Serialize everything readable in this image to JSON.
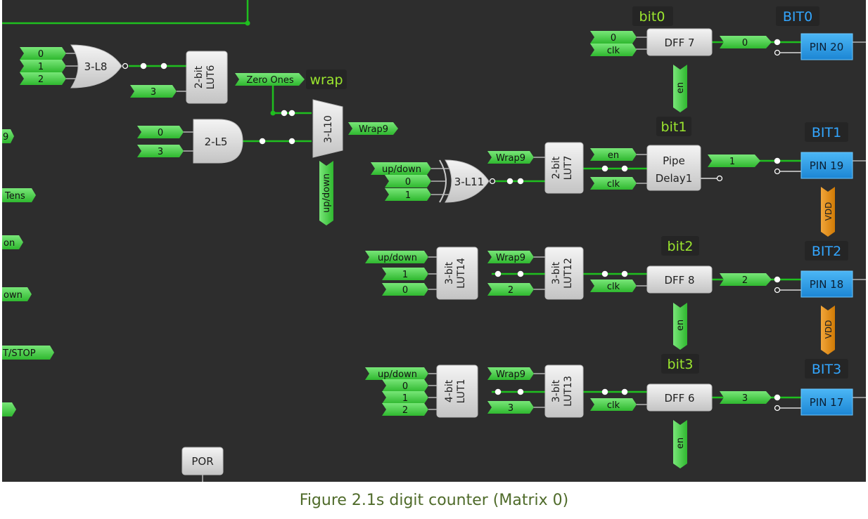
{
  "caption": "Figure 2.1s digit counter (Matrix 0)",
  "colors": {
    "canvas": "#2d2d2d",
    "wire": "#1fbf1f",
    "pin_green": "#4ccd4c",
    "block_gray": "#d8d8d8",
    "pin_blue": "#2a9be6",
    "vdd_orange": "#e68a0f",
    "label_blue": "#33a6ff",
    "label_green": "#9be62f"
  },
  "blocks": {
    "lut_3l8": "3-L8",
    "lut6": [
      "2-bit",
      "LUT6"
    ],
    "lut_2l5": "2-L5",
    "mux_3l10": "3-L10",
    "lut_3l11": "3-L11",
    "lut7": [
      "2-bit",
      "LUT7"
    ],
    "lut14": [
      "3-bit",
      "LUT14"
    ],
    "lut12": [
      "3-bit",
      "LUT12"
    ],
    "lut1": [
      "4-bit",
      "LUT1"
    ],
    "lut13": [
      "3-bit",
      "LUT13"
    ],
    "dff7": "DFF 7",
    "pipe_delay": [
      "Pipe",
      "Delay1"
    ],
    "dff8": "DFF 8",
    "dff6": "DFF 6",
    "por": "POR"
  },
  "pins": {
    "pin20": "PIN 20",
    "pin19": "PIN 19",
    "pin18": "PIN 18",
    "pin17": "PIN 17",
    "vdd": "VDD"
  },
  "net_labels": {
    "wrap": "wrap",
    "bit0": "bit0",
    "bit1": "bit1",
    "bit2": "bit2",
    "bit3": "bit3",
    "BIT0": "BIT0",
    "BIT1": "BIT1",
    "BIT2": "BIT2",
    "BIT3": "BIT3"
  },
  "tags": {
    "l8_in0": "0",
    "l8_in1": "1",
    "l8_in2": "2",
    "lut6_in": "3",
    "zero_ones": "Zero Ones",
    "l5_in0": "0",
    "l5_in1": "3",
    "wrap9_out": "Wrap9",
    "updown_vert": "up/down",
    "left_9": "9",
    "left_tens": "Tens",
    "left_on": "on",
    "left_own": "own",
    "left_stop": "T/STOP",
    "left_blank": "",
    "dff7_in0": "0",
    "dff7_clk": "clk",
    "dff7_out": "0",
    "dff7_en": "en",
    "l11_in_ud": "up/down",
    "l11_in0": "0",
    "l11_in1": "1",
    "lut7_wrap": "Wrap9",
    "pd_en": "en",
    "pd_clk": "clk",
    "pd_out": "1",
    "lut14_ud": "up/down",
    "lut14_in1": "1",
    "lut14_in0": "0",
    "lut12_wrap": "Wrap9",
    "lut12_in": "2",
    "dff8_clk": "clk",
    "dff8_out": "2",
    "dff8_en": "en",
    "lut1_ud": "up/down",
    "lut1_in0": "0",
    "lut1_in1": "1",
    "lut1_in2": "2",
    "lut13_wrap": "Wrap9",
    "lut13_in": "3",
    "dff6_clk": "clk",
    "dff6_out": "3",
    "dff6_en": "en"
  }
}
